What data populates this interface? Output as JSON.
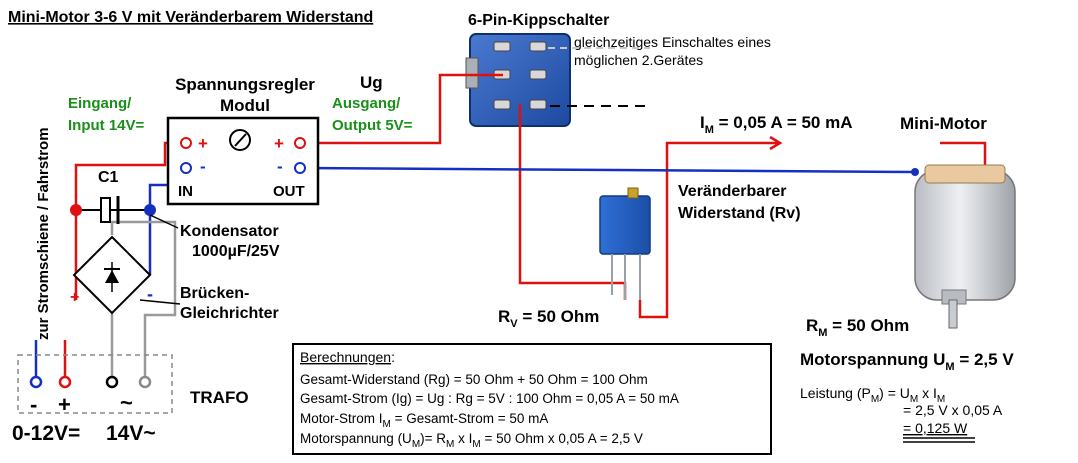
{
  "title": "Mini-Motor 3-6 V mit Veränderbarem Widerstand",
  "switch": {
    "title": "6-Pin-Kippschalter",
    "note_line1": "gleichzeitiges Einschaltes eines",
    "note_line2": "möglichen 2.Gerätes"
  },
  "regulator": {
    "title_line1": "Spannungsregler",
    "title_line2": "Modul",
    "ug": "Ug",
    "input_line1": "Eingang/",
    "input_line2": "Input  14V=",
    "output_line1": "Ausgang/",
    "output_line2": "Output  5V=",
    "in_label": "IN",
    "out_label": "OUT"
  },
  "current_label": {
    "prefix": "I",
    "sub": "M",
    "rest": " = 0,05 A = 50 mA"
  },
  "motor": {
    "label": "Mini-Motor",
    "resistance": {
      "prefix": "R",
      "sub": "M",
      "rest": " =  50 Ohm"
    },
    "voltage": {
      "prefix": "Motorspannung  U",
      "sub": "M",
      "rest": " = 2,5 V"
    },
    "power_line1": {
      "a": "Leistung (P",
      "a_sub": "M",
      "b": ") = U",
      "b_sub": "M",
      "c": " x  I",
      "c_sub": "M"
    },
    "power_line2": "= 2,5 V x 0,05 A",
    "power_line3": "= 0,125 W"
  },
  "resistor": {
    "label_line1": "Veränderbarer",
    "label_line2": "Widerstand (Rv)",
    "value": {
      "prefix": "R",
      "sub": "V",
      "rest": " =  50 Ohm"
    }
  },
  "capacitor": {
    "id": "C1",
    "label_line1": "Kondensator",
    "label_line2": "1000µF/25V"
  },
  "rectifier": {
    "label_line1": "Brücken-",
    "label_line2": "Gleichrichter",
    "plus": "+",
    "minus": "-"
  },
  "rail_label": "zur Stromschiene / Fahrstrom",
  "trafo": {
    "label": "TRAFO",
    "minus": "-",
    "plus": "+",
    "tilde": "~",
    "dc_label": "0-12V=",
    "ac_label": "14V~"
  },
  "calculations": {
    "heading": "Berechnungen",
    "colon": ":",
    "line1": "Gesamt-Widerstand (Rg) = 50 Ohm + 50 Ohm = 100 Ohm",
    "line2": "Gesamt-Strom (Ig)  = Ug : Rg = 5V : 100 Ohm = 0,05 A = 50 mA",
    "line3": {
      "a": "Motor-Strom  I",
      "a_sub": "M",
      "b": " = Gesamt-Strom = 50 mA"
    },
    "line4": {
      "a": "Motorspannung (U",
      "a_sub": "M",
      "b": ")= R",
      "b_sub": "M",
      "c": "  x  I",
      "c_sub": "M",
      "d": " = 50 Ohm x 0,05 A = 2,5 V"
    }
  },
  "colors": {
    "positive": "#e01010",
    "negative": "#1530c0",
    "labels_green": "#1a8f1a",
    "dashed_grey": "#c8c8c8"
  }
}
